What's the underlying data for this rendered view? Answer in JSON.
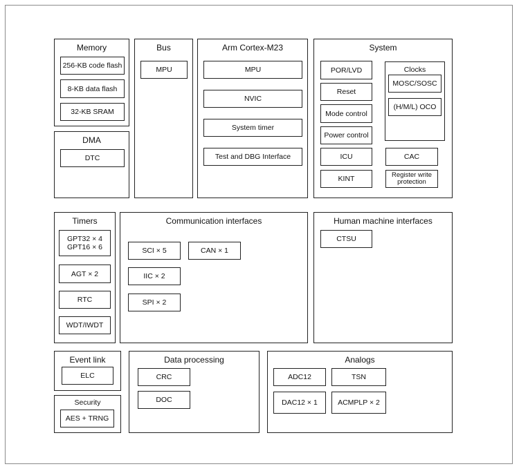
{
  "memory": {
    "title": "Memory",
    "code_flash": "256-KB code flash",
    "data_flash": "8-KB data flash",
    "sram": "32-KB SRAM"
  },
  "dma": {
    "title": "DMA",
    "dtc": "DTC"
  },
  "bus": {
    "title": "Bus",
    "mpu": "MPU"
  },
  "cpu": {
    "title": "Arm Cortex-M23",
    "mpu": "MPU",
    "nvic": "NVIC",
    "systimer": "System timer",
    "dbg": "Test and DBG Interface"
  },
  "system": {
    "title": "System",
    "porlvd": "POR/LVD",
    "reset": "Reset",
    "mode": "Mode control",
    "power": "Power control",
    "icu": "ICU",
    "kint": "KINT",
    "cac": "CAC",
    "regprot": "Register write\nprotection",
    "clocks": {
      "title": "Clocks",
      "mosc": "MOSC/SOSC",
      "oco": "(H/M/L) OCO"
    }
  },
  "timers": {
    "title": "Timers",
    "gpt": "GPT32 × 4\nGPT16 × 6",
    "agt": "AGT × 2",
    "rtc": "RTC",
    "wdt": "WDT/IWDT"
  },
  "comm": {
    "title": "Communication interfaces",
    "sci": "SCI × 5",
    "can": "CAN × 1",
    "iic": "IIC × 2",
    "spi": "SPI × 2"
  },
  "hmi": {
    "title": "Human machine interfaces",
    "ctsu": "CTSU"
  },
  "event": {
    "title": "Event link",
    "elc": "ELC"
  },
  "security": {
    "title": "Security",
    "aes": "AES + TRNG"
  },
  "dataproc": {
    "title": "Data processing",
    "crc": "CRC",
    "doc": "DOC"
  },
  "analogs": {
    "title": "Analogs",
    "adc": "ADC12",
    "tsn": "TSN",
    "dac": "DAC12 × 1",
    "acmp": "ACMPLP × 2"
  }
}
